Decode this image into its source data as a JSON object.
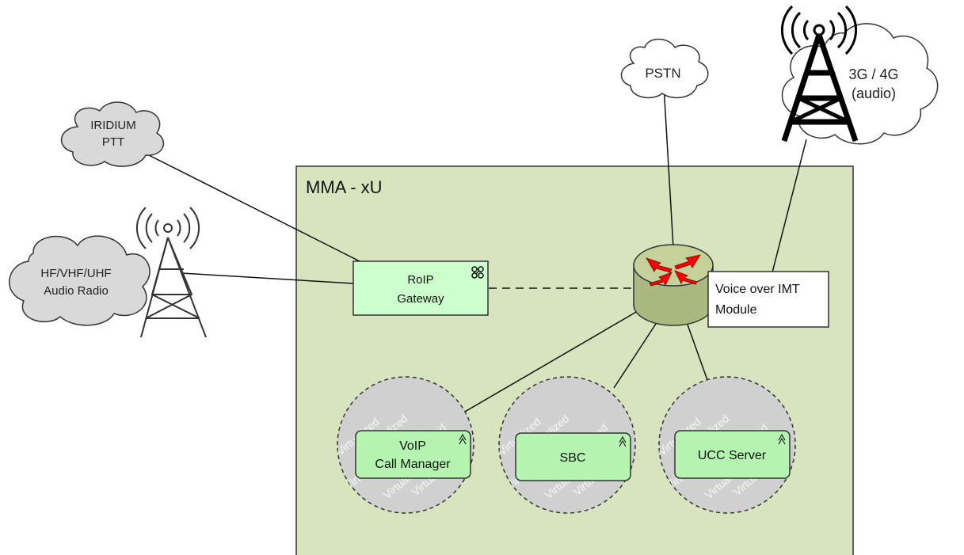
{
  "zone": {
    "label": "MMA - xU"
  },
  "clouds": {
    "iridium": {
      "line1": "IRIDIUM",
      "line2": "PTT"
    },
    "radio": {
      "line1": "HF/VHF/UHF",
      "line2": "Audio Radio"
    },
    "pstn": {
      "label": "PSTN"
    },
    "cellular": {
      "line1": "3G / 4G",
      "line2": "(audio)"
    }
  },
  "gateway": {
    "line1": "RoIP",
    "line2": "Gateway",
    "icon": "component-icon"
  },
  "imt_module": {
    "line1": "Voice over IMT",
    "line2": "Module"
  },
  "router": {
    "icon": "router-icon"
  },
  "virtualized_watermark": "Virtualized",
  "services": [
    {
      "line1": "VoIP",
      "line2": "Call Manager"
    },
    {
      "line1": "SBC"
    },
    {
      "line1": "UCC Server"
    }
  ],
  "colors": {
    "zone_fill": "#d7e4bd",
    "service_fill": "#b6f5b1",
    "gateway_fill": "#ccffcc",
    "cloud_gray": "#d9d9d9",
    "router_fill": "#b7c58d",
    "arrow_red": "#ff0000"
  }
}
